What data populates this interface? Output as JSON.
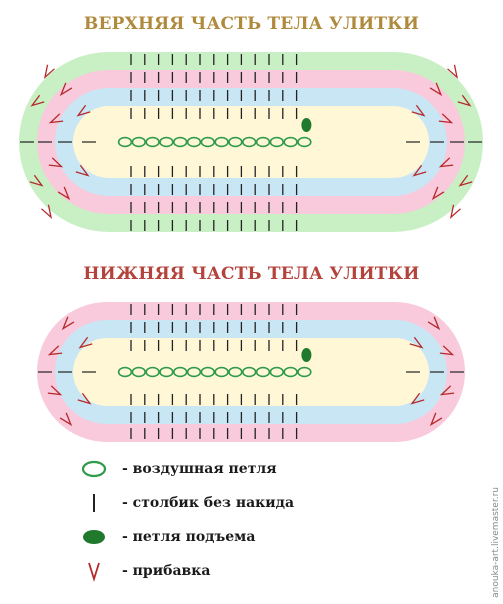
{
  "titles": {
    "top": "ВЕРХНЯЯ ЧАСТЬ ТЕЛА УЛИТКИ",
    "bottom": "НИЖНЯЯ ЧАСТЬ ТЕЛА УЛИТКИ"
  },
  "colors": {
    "title_top": "#b08a3c",
    "title_bottom": "#b4433c",
    "top_rings": [
      "#c9f0c4",
      "#f9c9dc",
      "#c9e6f5",
      "#fff7d6"
    ],
    "bottom_rings": [
      "#f9c9dc",
      "#c9e6f5",
      "#fff7d6"
    ],
    "chain": "#2f9a4a",
    "stitch": "#222222",
    "increase": "#b52a2a",
    "lift": "#1f7a2e"
  },
  "legend": [
    {
      "symbol": "chain-icon",
      "label": "- воздушная петля"
    },
    {
      "symbol": "stitch-icon",
      "label": "- столбик без накида"
    },
    {
      "symbol": "lift-loop-icon",
      "label": "- петля подъема"
    },
    {
      "symbol": "increase-icon",
      "label": "- прибавка"
    }
  ],
  "watermark": "anouka-art.livemaster.ru"
}
